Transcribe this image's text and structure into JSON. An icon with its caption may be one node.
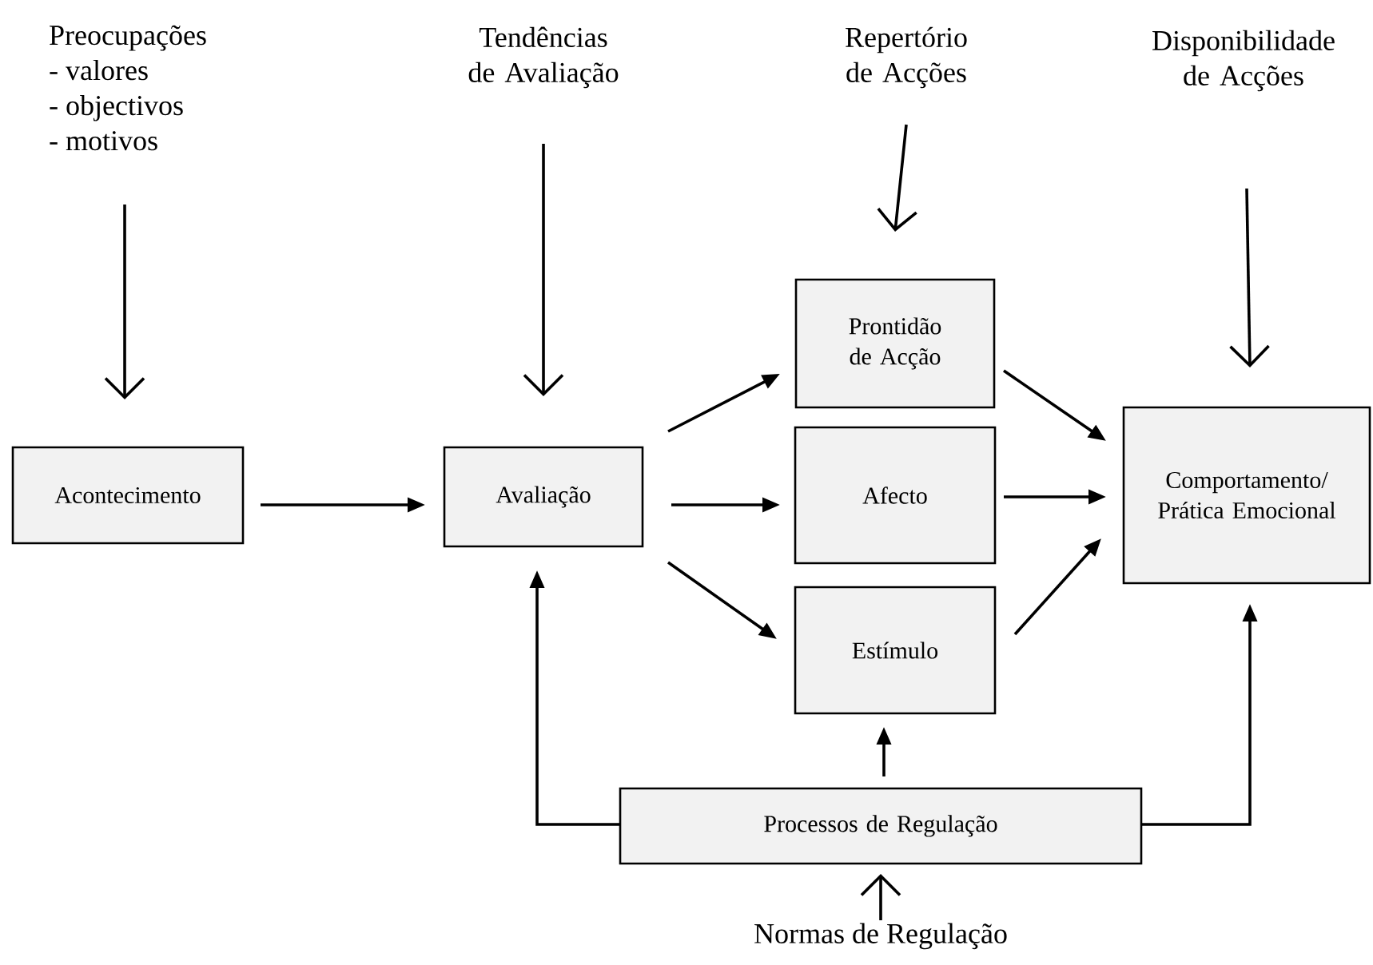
{
  "diagram": {
    "nodes": [
      {
        "text": [
          "Preocupações",
          "- valores",
          "- objectivos",
          "- motivos"
        ]
      },
      {
        "text": [
          "Tendências de Avaliação"
        ]
      },
      {
        "text": [
          "Repertório de Acções"
        ]
      },
      {
        "text": [
          "Disponibilidade de Acções"
        ]
      },
      {
        "text": [
          "Acontecimento"
        ]
      },
      {
        "text": [
          "Avaliação"
        ]
      },
      {
        "text": [
          "Prontidão de Acção"
        ]
      },
      {
        "text": [
          "Afecto"
        ]
      },
      {
        "text": [
          "Estímulo"
        ]
      },
      {
        "text": [
          "Comportamento/ Prática Emocional"
        ]
      },
      {
        "text": [
          "Processos de Regulação"
        ]
      },
      {
        "text": [
          "Normas de Regulação"
        ]
      }
    ],
    "edges": [
      {
        "from": 0,
        "to": 4,
        "arrow": "to"
      },
      {
        "from": 1,
        "to": 5,
        "arrow": "to"
      },
      {
        "from": 2,
        "to": 6,
        "arrow": "to"
      },
      {
        "from": 3,
        "to": 9,
        "arrow": "to"
      },
      {
        "from": 4,
        "to": 5,
        "arrow": "to"
      },
      {
        "from": 5,
        "to": 6,
        "arrow": "to"
      },
      {
        "from": 5,
        "to": 7,
        "arrow": "to"
      },
      {
        "from": 5,
        "to": 8,
        "arrow": "to"
      },
      {
        "from": 6,
        "to": 9,
        "arrow": "to"
      },
      {
        "from": 7,
        "to": 9,
        "arrow": "to"
      },
      {
        "from": 8,
        "to": 9,
        "arrow": "to"
      },
      {
        "from": 10,
        "to": 8,
        "arrow": "to"
      },
      {
        "from": 10,
        "to": 5,
        "arrow": "to"
      },
      {
        "from": 10,
        "to": 9,
        "arrow": "to"
      },
      {
        "from": 11,
        "to": 10,
        "arrow": "to"
      }
    ]
  }
}
